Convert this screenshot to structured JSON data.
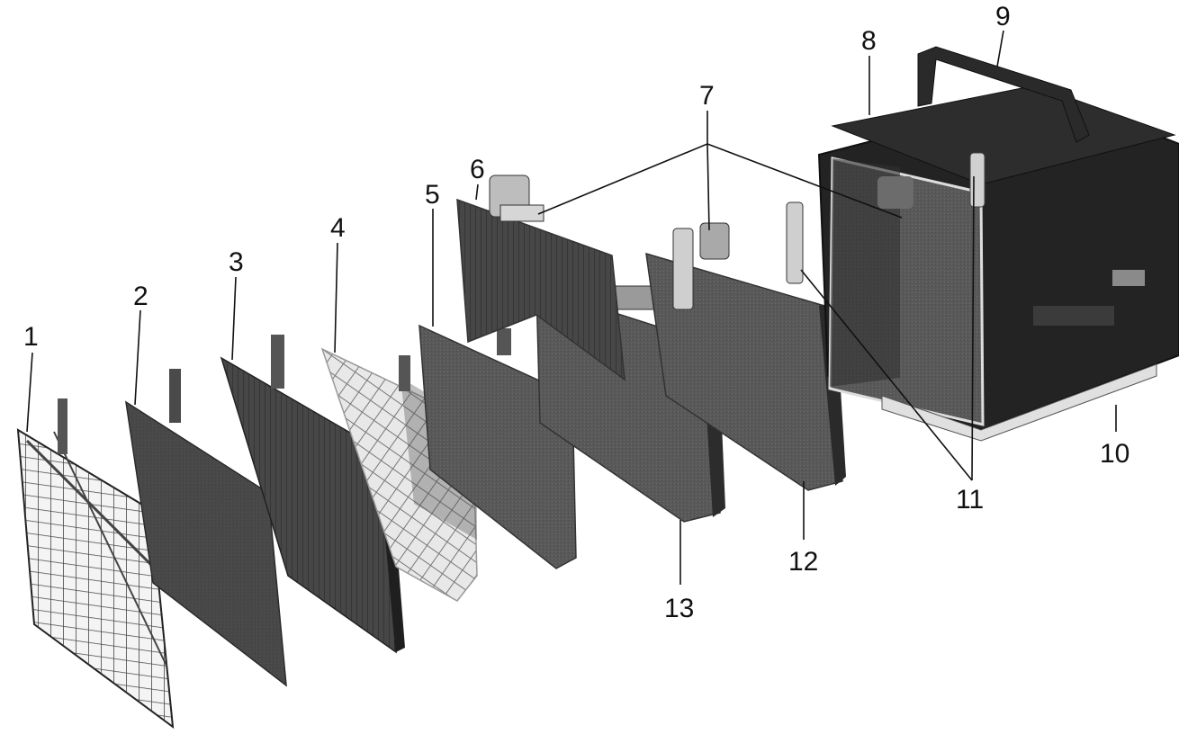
{
  "figure": {
    "callouts": [
      {
        "id": "1",
        "text": "1"
      },
      {
        "id": "2",
        "text": "2"
      },
      {
        "id": "3",
        "text": "3"
      },
      {
        "id": "4",
        "text": "4"
      },
      {
        "id": "5",
        "text": "5"
      },
      {
        "id": "6",
        "text": "6"
      },
      {
        "id": "7",
        "text": "7"
      },
      {
        "id": "8",
        "text": "8"
      },
      {
        "id": "9",
        "text": "9"
      },
      {
        "id": "10",
        "text": "10"
      },
      {
        "id": "11",
        "text": "11"
      },
      {
        "id": "12",
        "text": "12"
      },
      {
        "id": "13",
        "text": "13"
      }
    ]
  },
  "colors": {
    "grid_line": "#333333",
    "plate_dark": "#3a3a3a",
    "plate_mid": "#5a5a5a",
    "separator_light": "#d8d8d8",
    "case_dark": "#222222",
    "case_edge": "#777777"
  }
}
